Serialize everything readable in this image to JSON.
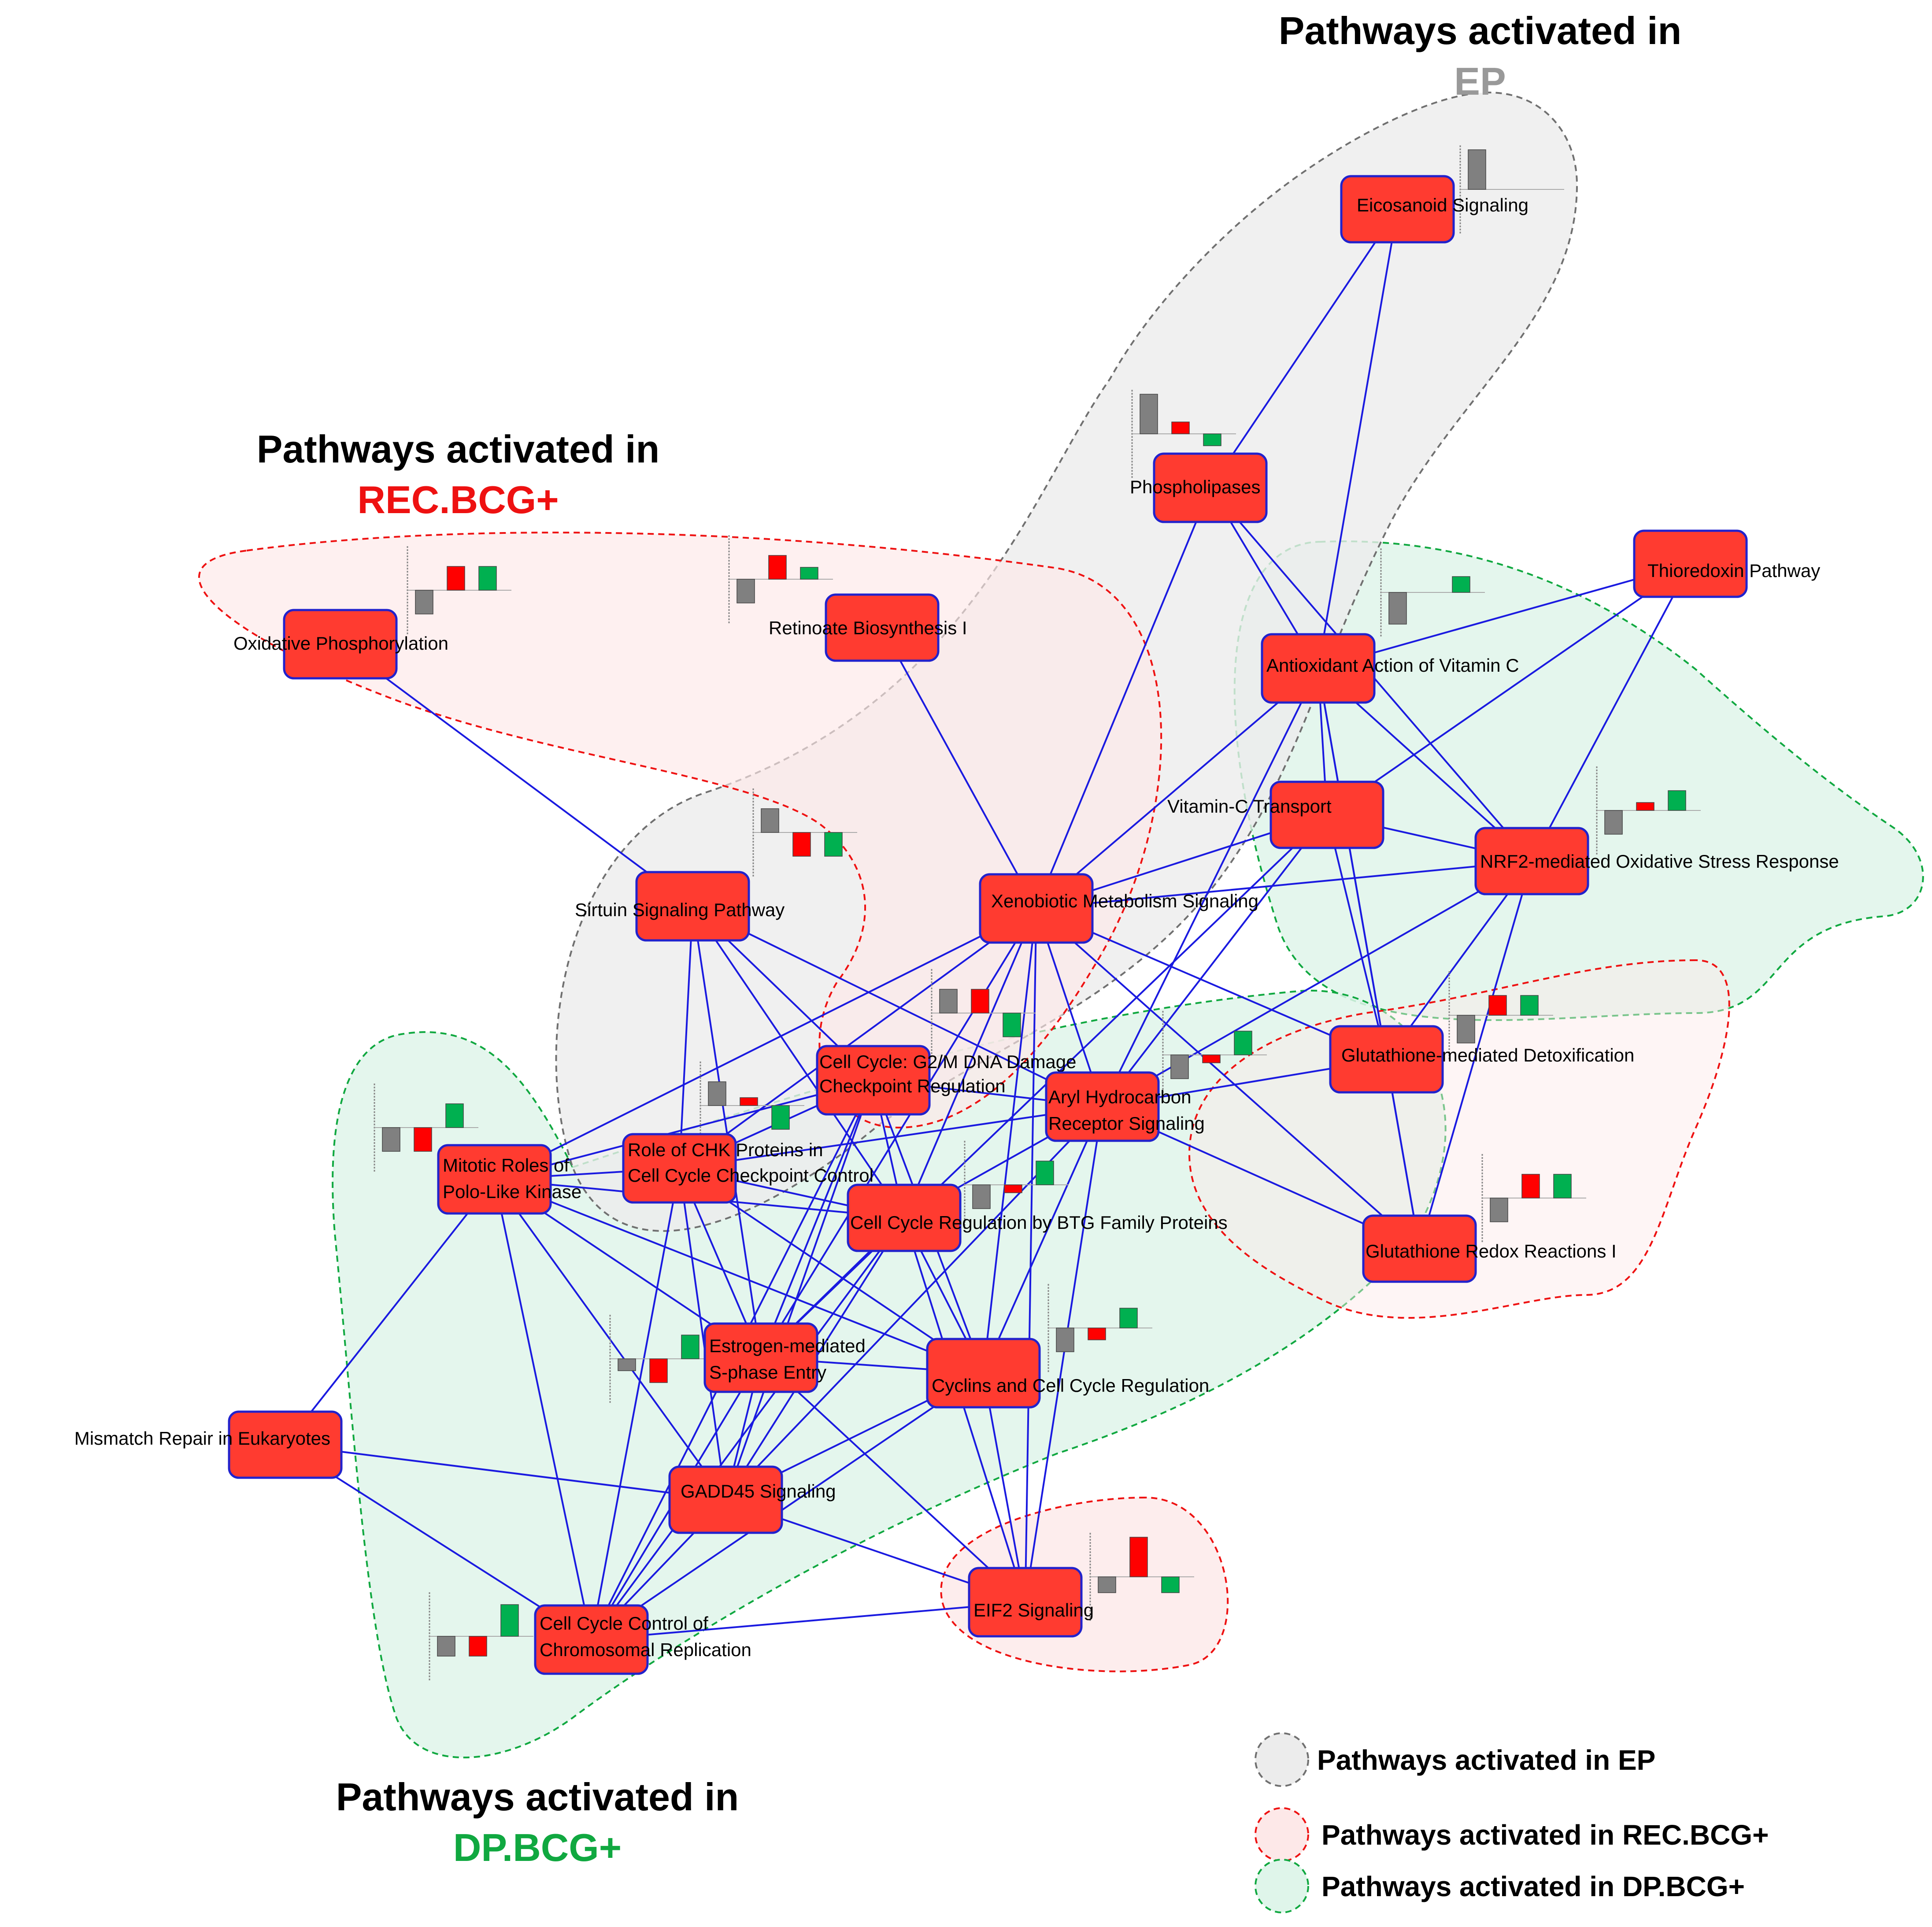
{
  "titles": {
    "ep": {
      "line1": "Pathways activated in",
      "line2": "EP",
      "color": "#999999"
    },
    "rec": {
      "line1": "Pathways activated in",
      "line2": "REC.BCG+",
      "color": "#ee1111"
    },
    "dp": {
      "line1": "Pathways activated in",
      "line2": "DP.BCG+",
      "color": "#10a840"
    }
  },
  "colors": {
    "node_fill": "#ff3b30",
    "node_stroke": "#2222cc",
    "edge": "#1a1ae0",
    "bar_ep": "#808080",
    "bar_rec": "#ff0000",
    "bar_dp": "#00b050"
  },
  "nodes": [
    {
      "id": "eicosanoid",
      "label": [
        "Eicosanoid Signaling"
      ]
    },
    {
      "id": "phospholipases",
      "label": [
        "Phospholipases"
      ]
    },
    {
      "id": "thioredoxin",
      "label": [
        "Thioredoxin Pathway"
      ]
    },
    {
      "id": "oxphos",
      "label": [
        "Oxidative Phosphorylation"
      ]
    },
    {
      "id": "retinoate",
      "label": [
        "Retinoate Biosynthesis I"
      ]
    },
    {
      "id": "vitc_action",
      "label": [
        "Antioxidant Action of Vitamin C"
      ]
    },
    {
      "id": "vitc_transport",
      "label": [
        "Vitamin-C Transport"
      ]
    },
    {
      "id": "nrf2",
      "label": [
        "NRF2-mediated Oxidative Stress Response"
      ]
    },
    {
      "id": "sirtuin",
      "label": [
        "Sirtuin Signaling Pathway"
      ]
    },
    {
      "id": "xenobiotic",
      "label": [
        "Xenobiotic Metabolism Signaling"
      ]
    },
    {
      "id": "g2m",
      "label": [
        "Cell Cycle: G2/M DNA Damage",
        "Checkpoint Regulation"
      ]
    },
    {
      "id": "ahr",
      "label": [
        "Aryl Hydrocarbon",
        "Receptor Signaling"
      ]
    },
    {
      "id": "gsh_detox",
      "label": [
        "Glutathione-mediated Detoxification"
      ]
    },
    {
      "id": "mitotic_polo",
      "label": [
        "Mitotic Roles of",
        "Polo-Like Kinase"
      ]
    },
    {
      "id": "chk",
      "label": [
        "Role of CHK Proteins in",
        "Cell Cycle Checkpoint Control"
      ]
    },
    {
      "id": "btg",
      "label": [
        "Cell Cycle Regulation by BTG Family Proteins"
      ]
    },
    {
      "id": "gsh_redox",
      "label": [
        "Glutathione Redox Reactions I"
      ]
    },
    {
      "id": "estrogen",
      "label": [
        "Estrogen-mediated",
        "S-phase Entry"
      ]
    },
    {
      "id": "cyclins",
      "label": [
        "Cyclins and Cell Cycle Regulation"
      ]
    },
    {
      "id": "mismatch",
      "label": [
        "Mismatch Repair in Eukaryotes"
      ]
    },
    {
      "id": "gadd45",
      "label": [
        "GADD45 Signaling"
      ]
    },
    {
      "id": "eif2",
      "label": [
        "EIF2 Signaling"
      ]
    },
    {
      "id": "chrom_rep",
      "label": [
        "Cell Cycle Control of",
        "Chromosomal Replication"
      ]
    }
  ],
  "edges": [
    [
      "eicosanoid",
      "phospholipases"
    ],
    [
      "eicosanoid",
      "vitc_action"
    ],
    [
      "phospholipases",
      "xenobiotic"
    ],
    [
      "phospholipases",
      "vitc_action"
    ],
    [
      "phospholipases",
      "nrf2"
    ],
    [
      "thioredoxin",
      "vitc_action"
    ],
    [
      "thioredoxin",
      "nrf2"
    ],
    [
      "thioredoxin",
      "vitc_transport"
    ],
    [
      "vitc_action",
      "xenobiotic"
    ],
    [
      "vitc_action",
      "vitc_transport"
    ],
    [
      "vitc_action",
      "nrf2"
    ],
    [
      "vitc_action",
      "gsh_detox"
    ],
    [
      "vitc_action",
      "ahr"
    ],
    [
      "vitc_action",
      "gsh_redox"
    ],
    [
      "vitc_transport",
      "xenobiotic"
    ],
    [
      "vitc_transport",
      "nrf2"
    ],
    [
      "vitc_transport",
      "gsh_detox"
    ],
    [
      "vitc_transport",
      "ahr"
    ],
    [
      "vitc_transport",
      "estrogen"
    ],
    [
      "nrf2",
      "xenobiotic"
    ],
    [
      "nrf2",
      "ahr"
    ],
    [
      "nrf2",
      "gsh_detox"
    ],
    [
      "nrf2",
      "gsh_redox"
    ],
    [
      "oxphos",
      "sirtuin"
    ],
    [
      "retinoate",
      "xenobiotic"
    ],
    [
      "xenobiotic",
      "ahr"
    ],
    [
      "xenobiotic",
      "gsh_detox"
    ],
    [
      "xenobiotic",
      "gsh_redox"
    ],
    [
      "xenobiotic",
      "chk"
    ],
    [
      "xenobiotic",
      "mitotic_polo"
    ],
    [
      "xenobiotic",
      "btg"
    ],
    [
      "xenobiotic",
      "cyclins"
    ],
    [
      "xenobiotic",
      "eif2"
    ],
    [
      "xenobiotic",
      "estrogen"
    ],
    [
      "sirtuin",
      "ahr"
    ],
    [
      "sirtuin",
      "chk"
    ],
    [
      "sirtuin",
      "btg"
    ],
    [
      "sirtuin",
      "estrogen"
    ],
    [
      "sirtuin",
      "g2m"
    ],
    [
      "ahr",
      "gsh_detox"
    ],
    [
      "ahr",
      "gsh_redox"
    ],
    [
      "ahr",
      "btg"
    ],
    [
      "ahr",
      "cyclins"
    ],
    [
      "ahr",
      "gadd45"
    ],
    [
      "ahr",
      "eif2"
    ],
    [
      "ahr",
      "chk"
    ],
    [
      "gsh_detox",
      "gsh_redox"
    ],
    [
      "g2m",
      "ahr"
    ],
    [
      "g2m",
      "chk"
    ],
    [
      "g2m",
      "mitotic_polo"
    ],
    [
      "g2m",
      "estrogen"
    ],
    [
      "g2m",
      "gadd45"
    ],
    [
      "g2m",
      "chrom_rep"
    ],
    [
      "g2m",
      "cyclins"
    ],
    [
      "g2m",
      "btg"
    ],
    [
      "chk",
      "mitotic_polo"
    ],
    [
      "chk",
      "btg"
    ],
    [
      "chk",
      "estrogen"
    ],
    [
      "chk",
      "cyclins"
    ],
    [
      "chk",
      "gadd45"
    ],
    [
      "chk",
      "chrom_rep"
    ],
    [
      "mitotic_polo",
      "btg"
    ],
    [
      "mitotic_polo",
      "estrogen"
    ],
    [
      "mitotic_polo",
      "cyclins"
    ],
    [
      "mitotic_polo",
      "gadd45"
    ],
    [
      "mitotic_polo",
      "chrom_rep"
    ],
    [
      "mitotic_polo",
      "mismatch"
    ],
    [
      "btg",
      "estrogen"
    ],
    [
      "btg",
      "cyclins"
    ],
    [
      "btg",
      "gadd45"
    ],
    [
      "btg",
      "chrom_rep"
    ],
    [
      "btg",
      "eif2"
    ],
    [
      "estrogen",
      "cyclins"
    ],
    [
      "estrogen",
      "gadd45"
    ],
    [
      "estrogen",
      "chrom_rep"
    ],
    [
      "estrogen",
      "eif2"
    ],
    [
      "cyclins",
      "gadd45"
    ],
    [
      "cyclins",
      "chrom_rep"
    ],
    [
      "cyclins",
      "eif2"
    ],
    [
      "gadd45",
      "chrom_rep"
    ],
    [
      "gadd45",
      "eif2"
    ],
    [
      "gadd45",
      "mismatch"
    ],
    [
      "mismatch",
      "chrom_rep"
    ],
    [
      "chrom_rep",
      "eif2"
    ]
  ],
  "bar_glyphs": [
    {
      "id": "eicosanoid",
      "values": [
        1.0,
        0,
        0
      ]
    },
    {
      "id": "phospholipases",
      "values": [
        1.0,
        0.3,
        -0.3
      ]
    },
    {
      "id": "oxphos",
      "values": [
        -0.6,
        0.6,
        0.6
      ]
    },
    {
      "id": "retinoate",
      "values": [
        -0.6,
        0.6,
        0.3
      ]
    },
    {
      "id": "vitc_action",
      "values": [
        -0.8,
        0,
        0.4
      ]
    },
    {
      "id": "nrf2",
      "values": [
        -0.6,
        0.2,
        0.5
      ]
    },
    {
      "id": "sirtuin",
      "values": [
        0.6,
        -0.6,
        -0.6
      ]
    },
    {
      "id": "g2m",
      "values": [
        0.6,
        0.6,
        -0.6
      ]
    },
    {
      "id": "ahr",
      "values": [
        -0.6,
        -0.2,
        0.6
      ]
    },
    {
      "id": "gsh_detox",
      "values": [
        -0.7,
        0.5,
        0.5
      ]
    },
    {
      "id": "mitotic_polo",
      "values": [
        -0.6,
        -0.6,
        0.6
      ]
    },
    {
      "id": "chk",
      "values": [
        0.6,
        0.2,
        -0.6
      ]
    },
    {
      "id": "btg",
      "values": [
        -0.6,
        -0.2,
        0.6
      ]
    },
    {
      "id": "gsh_redox",
      "values": [
        -0.6,
        0.6,
        0.6
      ]
    },
    {
      "id": "estrogen",
      "values": [
        -0.3,
        -0.6,
        0.6
      ]
    },
    {
      "id": "cyclins",
      "values": [
        -0.6,
        -0.3,
        0.5
      ]
    },
    {
      "id": "eif2",
      "values": [
        -0.4,
        1.0,
        -0.4
      ]
    },
    {
      "id": "chrom_rep",
      "values": [
        -0.5,
        -0.5,
        0.8
      ]
    }
  ],
  "legend": [
    {
      "label": "Pathways activated in EP",
      "stroke": "#707070",
      "fill": "#ececec"
    },
    {
      "label": "Pathways activated in REC.BCG+",
      "stroke": "#ee1111",
      "fill": "#fde8e8"
    },
    {
      "label": "Pathways activated in DP.BCG+",
      "stroke": "#10a840",
      "fill": "#dff5ea"
    }
  ]
}
